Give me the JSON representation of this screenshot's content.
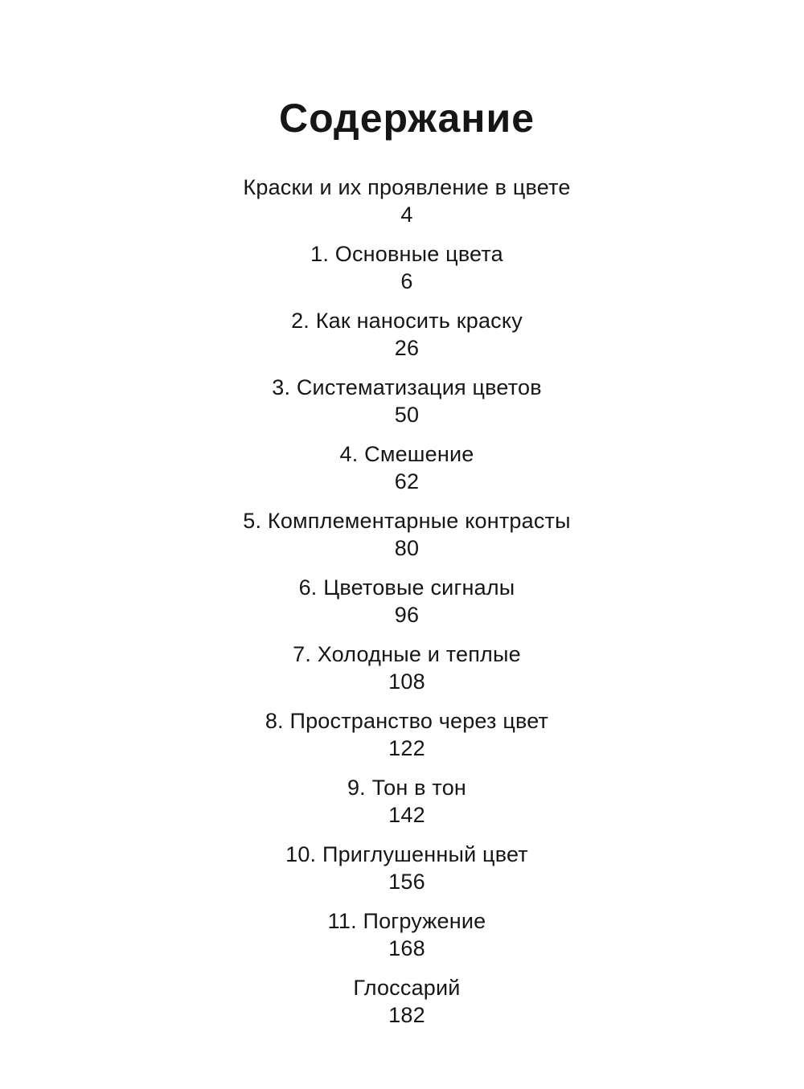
{
  "page": {
    "background_color": "#ffffff",
    "text_color": "#161616",
    "title": "Содержание",
    "entries": [
      {
        "label": "Краски и их проявление в цвете",
        "page": "4"
      },
      {
        "label": "1. Основные цвета",
        "page": "6"
      },
      {
        "label": "2. Как наносить краску",
        "page": "26"
      },
      {
        "label": "3. Систематизация цветов",
        "page": "50"
      },
      {
        "label": "4. Смешение",
        "page": "62"
      },
      {
        "label": "5. Комплементарные контрасты",
        "page": "80"
      },
      {
        "label": "6. Цветовые сигналы",
        "page": "96"
      },
      {
        "label": "7. Холодные и теплые",
        "page": "108"
      },
      {
        "label": "8. Пространство через цвет",
        "page": "122"
      },
      {
        "label": "9. Тон в тон",
        "page": "142"
      },
      {
        "label": "10. Приглушенный цвет",
        "page": "156"
      },
      {
        "label": "11. Погружение",
        "page": "168"
      },
      {
        "label": "Глоссарий",
        "page": "182"
      }
    ]
  }
}
